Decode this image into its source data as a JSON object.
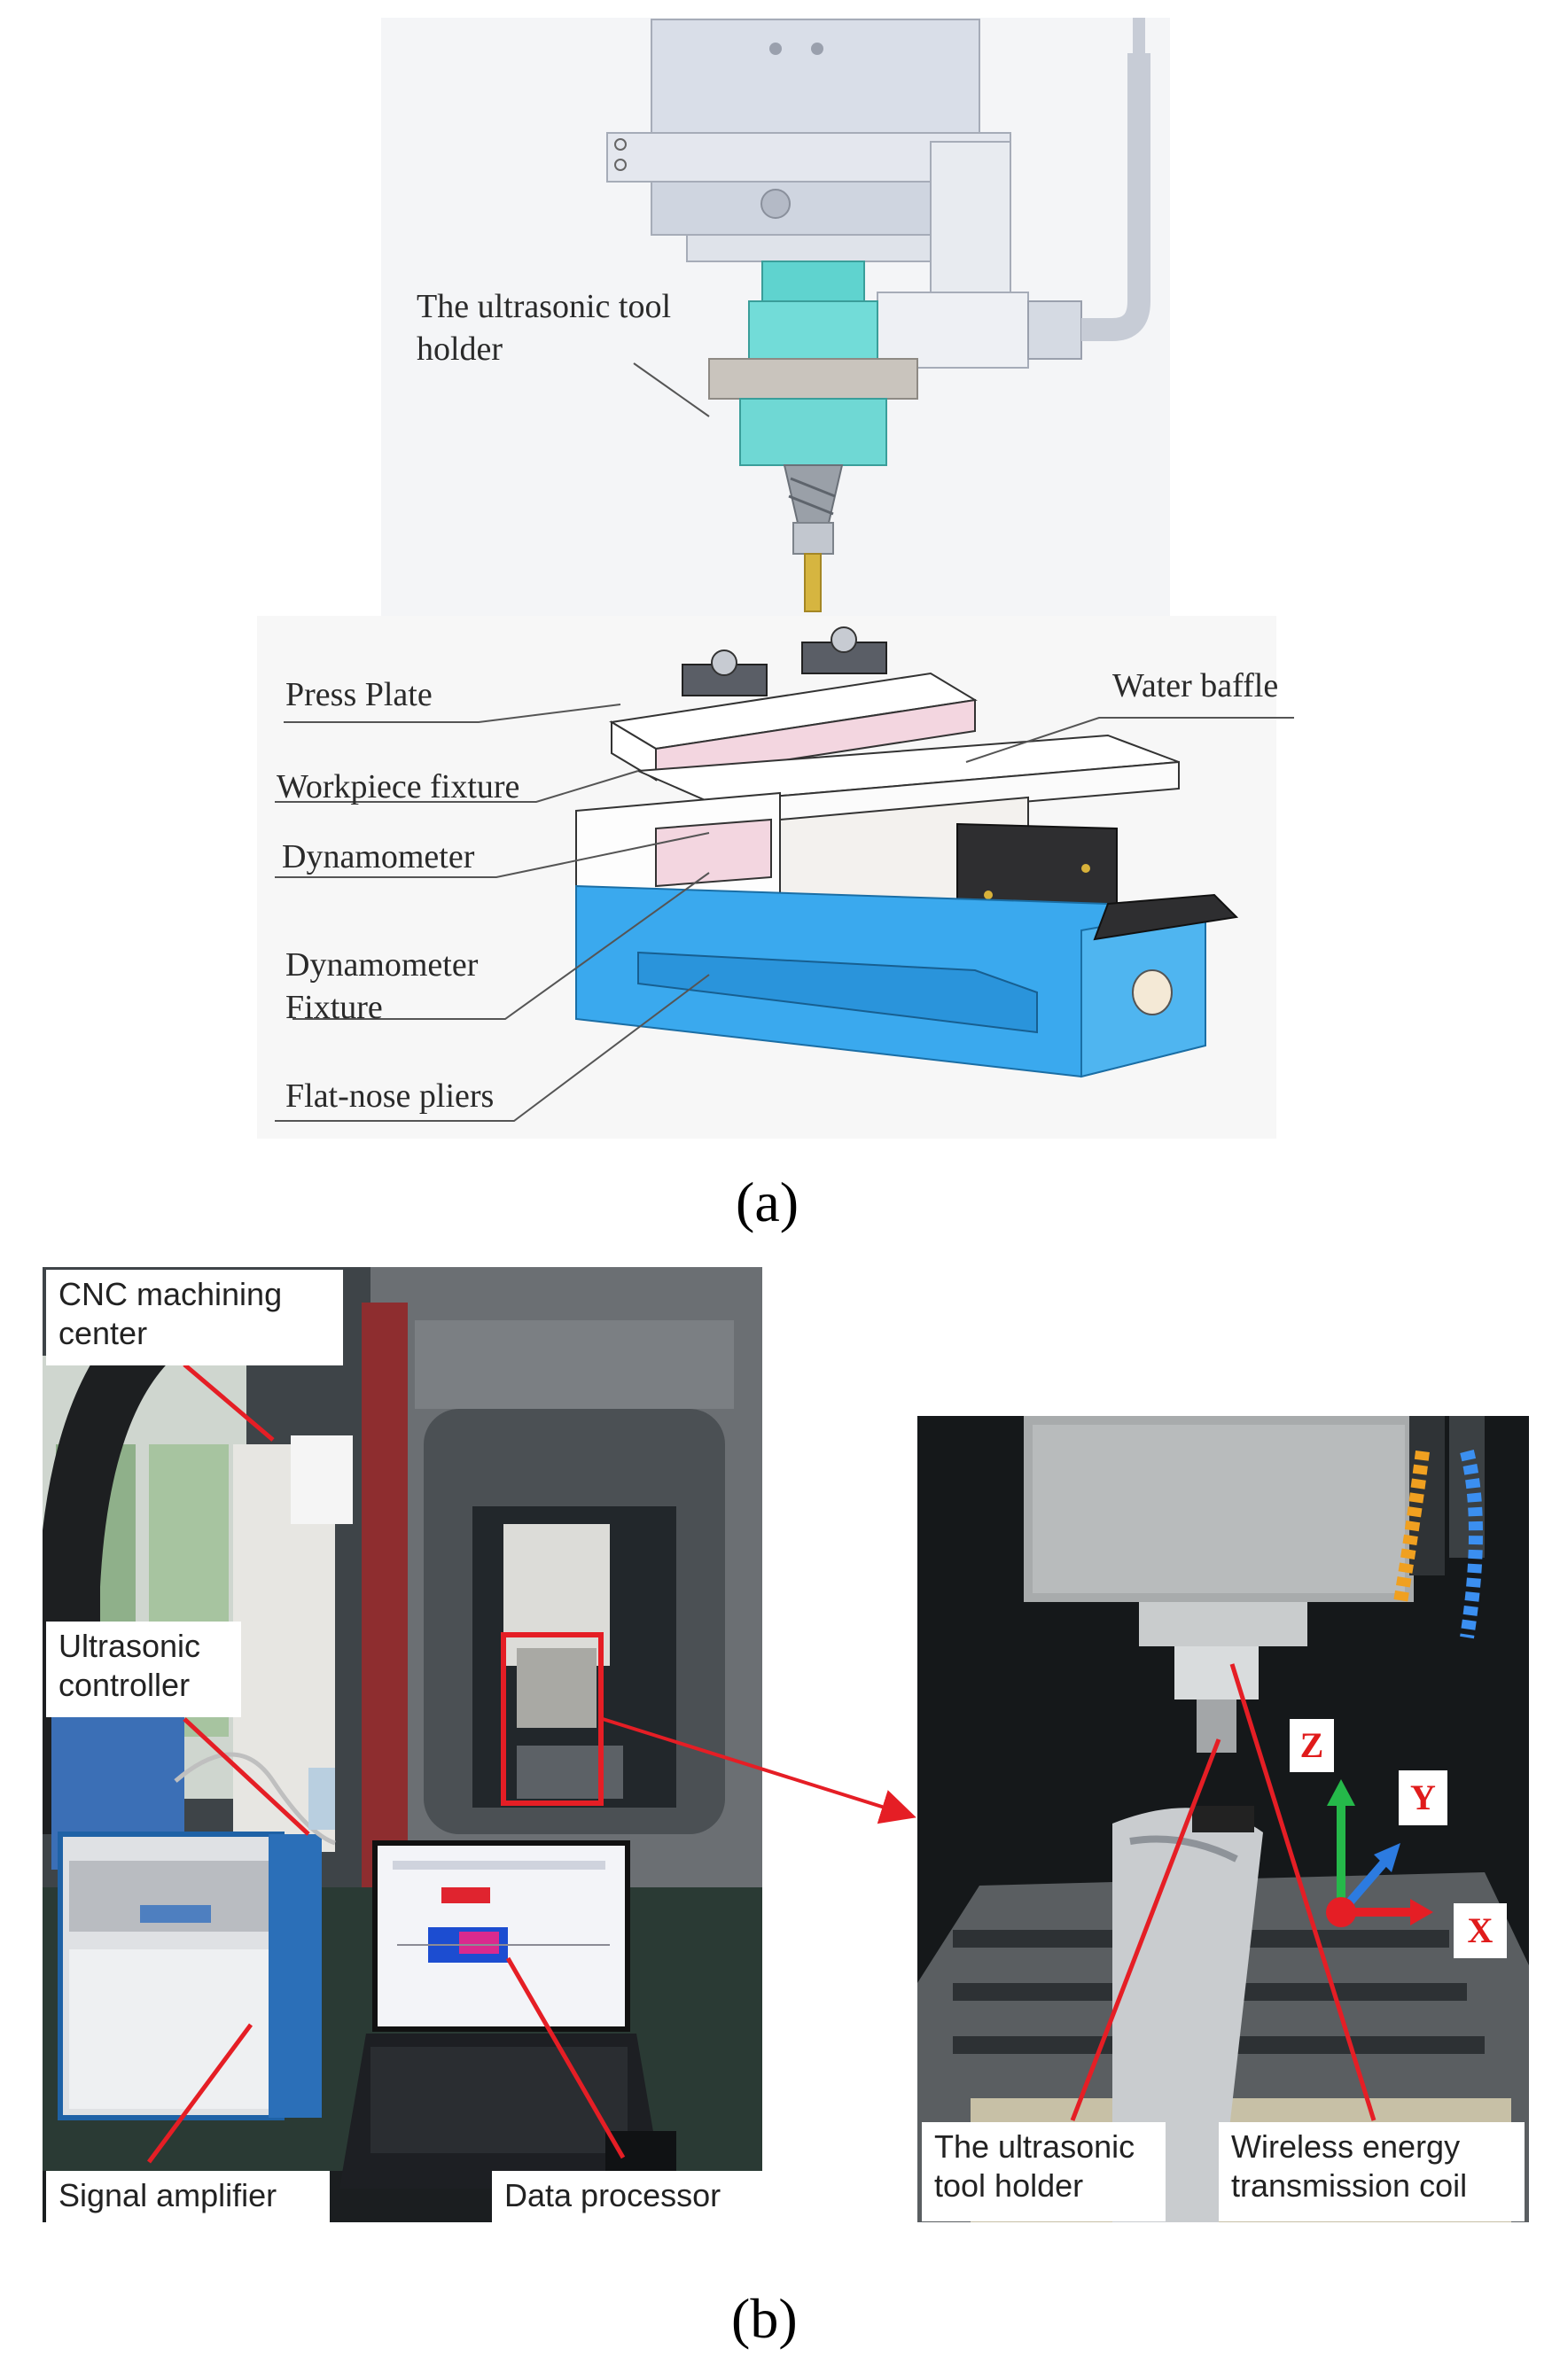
{
  "panel_a": {
    "caption": "(a)",
    "labels": {
      "tool_holder": "The ultrasonic tool holder",
      "press_plate": "Press Plate",
      "water_baffle": "Water baffle",
      "workpiece_fixture": "Workpiece fixture",
      "dynamometer": "Dynamometer",
      "dynamometer_fixture": "Dynamometer Fixture",
      "flat_nose_pliers": "Flat-nose pliers"
    }
  },
  "panel_b": {
    "caption": "(b)",
    "left_photo_labels": {
      "cnc": "CNC machining center",
      "ultrasonic_controller": "Ultrasonic controller",
      "signal_amplifier": "Signal amplifier",
      "data_processor": "Data processor"
    },
    "right_photo_labels": {
      "tool_holder": "The ultrasonic tool holder",
      "wireless_coil": "Wireless energy transmission coil"
    },
    "axes": {
      "z": "Z",
      "y": "Y",
      "x": "X"
    }
  }
}
